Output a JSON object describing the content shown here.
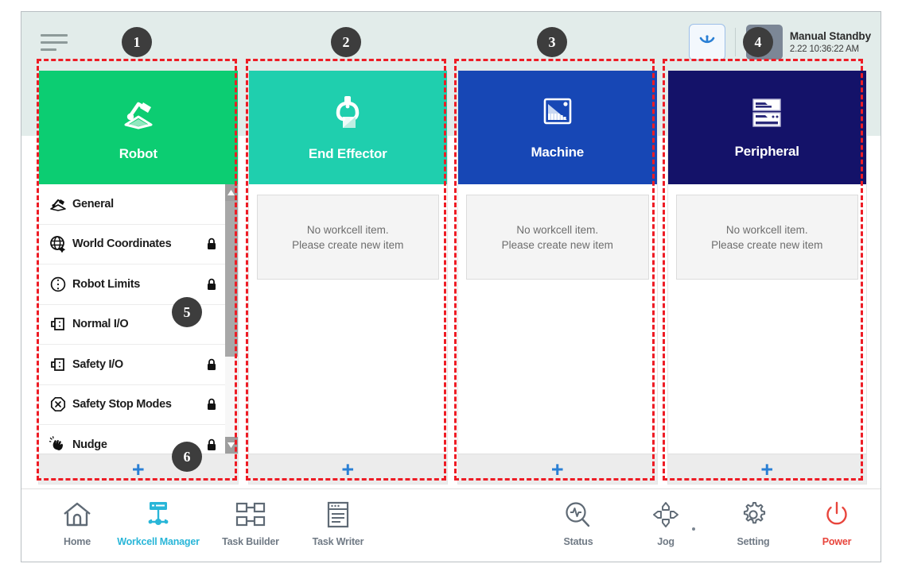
{
  "header": {
    "menu_icon": "hamburger-icon",
    "home_button_icon": "robot-home-icon",
    "mode_icon": "manual-hand-icon",
    "mode_title": "Manual Standby",
    "mode_time": "2.22 10:36:22 AM"
  },
  "cards": [
    {
      "id": "robot",
      "title": "Robot",
      "icon": "robot-arm-icon",
      "color": "#0ccd72",
      "type": "list",
      "items": [
        {
          "label": "General",
          "icon": "robot-arm-small-icon",
          "locked": false
        },
        {
          "label": "World Coordinates",
          "icon": "globe-coordinates-icon",
          "locked": true
        },
        {
          "label": "Robot Limits",
          "icon": "limits-circle-icon",
          "locked": true
        },
        {
          "label": "Normal I/O",
          "icon": "io-port-icon",
          "locked": false
        },
        {
          "label": "Safety I/O",
          "icon": "io-port-icon",
          "locked": true
        },
        {
          "label": "Safety Stop Modes",
          "icon": "stop-octagon-icon",
          "locked": true
        },
        {
          "label": "Nudge",
          "icon": "nudge-hand-icon",
          "locked": true
        }
      ],
      "add_label": "+"
    },
    {
      "id": "end-effector",
      "title": "End Effector",
      "icon": "gripper-icon",
      "color": "#1fcfae",
      "type": "empty",
      "empty_line1": "No workcell item.",
      "empty_line2": "Please create new item",
      "add_label": "+"
    },
    {
      "id": "machine",
      "title": "Machine",
      "icon": "machine-icon",
      "color": "#1747b5",
      "type": "empty",
      "empty_line1": "No workcell item.",
      "empty_line2": "Please create new item",
      "add_label": "+"
    },
    {
      "id": "peripheral",
      "title": "Peripheral",
      "icon": "peripheral-rack-icon",
      "color": "#141269",
      "type": "empty",
      "empty_line1": "No workcell item.",
      "empty_line2": "Please create new item",
      "add_label": "+"
    }
  ],
  "bottom_nav": {
    "left": [
      {
        "label": "Home",
        "icon": "home-icon",
        "active": false
      },
      {
        "label": "Workcell Manager",
        "icon": "workcell-icon",
        "active": true
      },
      {
        "label": "Task Builder",
        "icon": "task-builder-icon",
        "active": false
      },
      {
        "label": "Task Writer",
        "icon": "task-writer-icon",
        "active": false
      }
    ],
    "right": [
      {
        "label": "Status",
        "icon": "status-pulse-icon",
        "active": false
      },
      {
        "label": "Jog",
        "icon": "jog-dpad-icon",
        "active": false
      },
      {
        "label": "Setting",
        "icon": "gear-icon",
        "active": false
      },
      {
        "label": "Power",
        "icon": "power-icon",
        "active": false
      }
    ]
  },
  "annotations": {
    "accent_color": "#ee1c25",
    "badge_color": "#3d3d3d",
    "badges": [
      {
        "n": "1",
        "target": "robot-card"
      },
      {
        "n": "2",
        "target": "end-effector-card"
      },
      {
        "n": "3",
        "target": "machine-card"
      },
      {
        "n": "4",
        "target": "status-cluster"
      },
      {
        "n": "5",
        "target": "robot-item-list"
      },
      {
        "n": "6",
        "target": "robot-add-button"
      }
    ]
  }
}
